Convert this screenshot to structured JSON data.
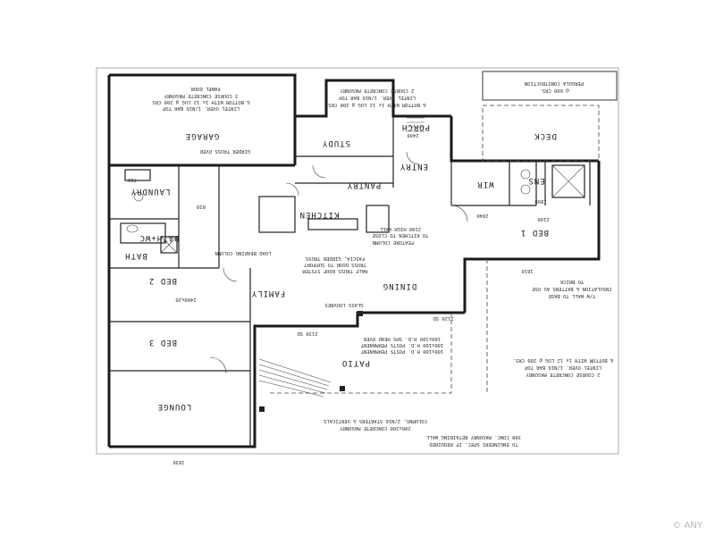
{
  "plan": {
    "orientation": "rotated-180",
    "rooms": {
      "garage": "GARAGE",
      "study": "STUDY",
      "porch": "PORCH",
      "entry": "ENTRY",
      "deck": "DECK",
      "laundry": "LAUNDRY",
      "bath": "BATH",
      "bath_wc": "BATH+WC",
      "kitchen": "KITCHEN",
      "pantry": "PANTRY",
      "wir": "WIR",
      "ens": "ENS",
      "bed1": "BED 1",
      "bed2": "BED 2",
      "bed3": "BED 3",
      "family": "FAMILY",
      "dining": "DINING",
      "lounge": "LOUNGE",
      "patio": "PATIO"
    },
    "notes": {
      "garage_panel": "PANEL DOOR",
      "garage_masonry_1": "3 COURSE CONCRETE MASONRY",
      "garage_masonry_2": "& BOTTOM WITH 1x 12 LUG @ 200 CRS",
      "garage_masonry_3": "LINTEL OVER. 1/N16 BAR TOP",
      "girder": "GIRDER TRUSS OVER",
      "masonry_top_1": "2 COURSE CONCRETE MASONRY",
      "masonry_top_2": "LINTEL OVER. 1/N16 BAR TOP",
      "masonry_top_3": "& BOTTOM WITH 1x 12 LUG @ 200 CRS",
      "pergola_1": "PERGOLA CONSTRUCTION",
      "pergola_2": "@ 600 CRS.",
      "load_col": "LOAD BEARING COLUMN",
      "feature_col_1": "FEATURE COLUMN",
      "feature_col_2": "TO KITCHEN TO CLOSE",
      "feature_col_3": "2100 HIGH WALL",
      "truss_1": "TRUSS DOOR TO SUPPORT",
      "truss_2": "FASCIA, GIRDER TRUSS",
      "truss_3": "HALF TRUSS ROOF SYSTEM",
      "glass_louvres": "GLASS LOUVRES",
      "ins_1": "INSULATION & BATTENS AS USE",
      "ins_2": "TO BRICK",
      "ins_3": "T/W WALL TO BASE",
      "rear_masonry_1": "2 COURSE CONCRETE MASONRY",
      "rear_masonry_2": "LINTEL OVER. 1/N16 BAR TOP",
      "rear_masonry_3": "& BOTTOM WITH 1x 12 LUG @ 200 CRS.",
      "patio_posts_1": "100x100 H.D. POSTS PERMANENT",
      "patio_posts_2": "100x100 H.D. POSTS PERMANENT",
      "patio_posts_3": "100x100 H.D. SHS HEAD OVER",
      "retaining_1": "300 CONC. MASONRY RETAINING WALL",
      "retaining_2": "TO ENGINEERS SPEC. IF REQUIRED",
      "retaining_3": "200x200 CONCRETE MASONRY",
      "retaining_4": "COLUMNS, 2/N16 STARTERS & VERTICALS",
      "dim_2400": "2400",
      "dim_2100": "2100",
      "dim_2040": "2040",
      "dim_1800": "1800",
      "dim_2120": "2120 SD",
      "dim_2130": "2130 SD",
      "dim_2400b": "2400x20",
      "dim_820": "820",
      "dim_720": "720",
      "dim_1810": "1810",
      "dim_1830": "1830"
    }
  },
  "watermark": "© ANY"
}
